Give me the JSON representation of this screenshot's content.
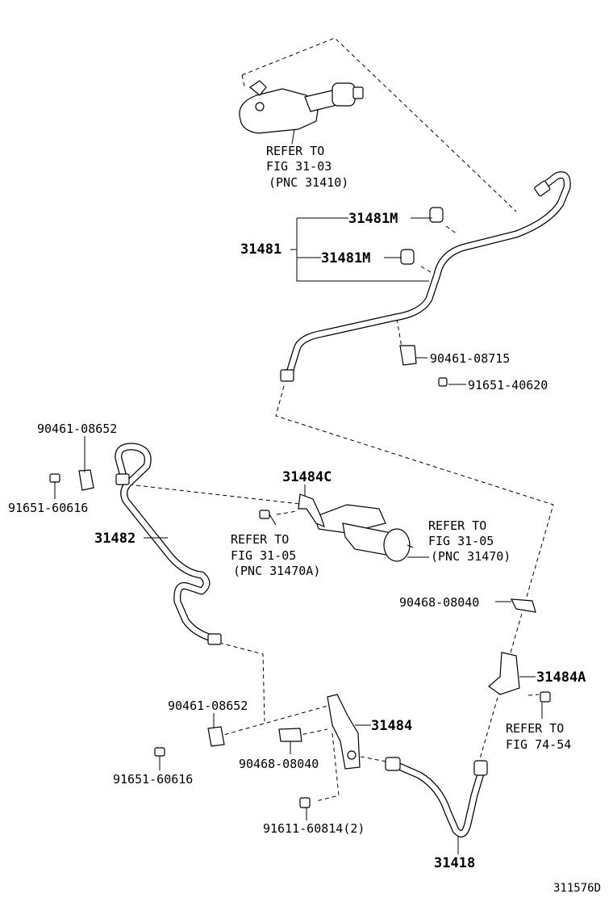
{
  "labels": {
    "refer_top": [
      "REFER TO",
      "FIG 31-03",
      "(PNC 31410)"
    ],
    "p31481": "31481",
    "p31481m_a": "31481M",
    "p31481m_b": "31481M",
    "p90461_08715": "90461-08715",
    "p91651_40620": "91651-40620",
    "p90461_08652_a": "90461-08652",
    "p91651_60616_a": "91651-60616",
    "p31482": "31482",
    "p31484c": "31484C",
    "refer_mid_left": [
      "REFER TO",
      "FIG 31-05",
      "(PNC 31470A)"
    ],
    "refer_mid_right": [
      "REFER TO",
      "FIG 31-05",
      "(PNC 31470)"
    ],
    "p90468_08040_a": "90468-08040",
    "p31484a": "31484A",
    "refer_bottom_right": [
      "REFER TO",
      "FIG 74-54"
    ],
    "p90461_08652_b": "90461-08652",
    "p31484": "31484",
    "p90468_08040_b": "90468-08040",
    "p91651_60616_b": "91651-60616",
    "p91611_60814": "91611-60814(2)",
    "p31418": "31418",
    "figure_id": "311576D"
  }
}
